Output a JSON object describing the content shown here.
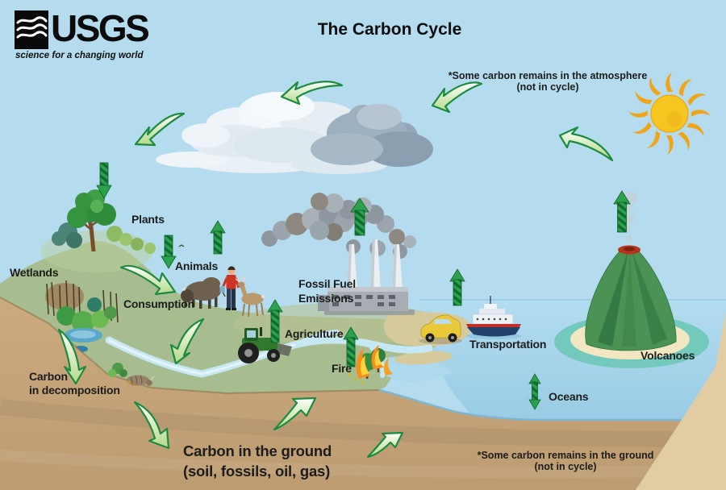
{
  "logo": {
    "acronym": "USGS",
    "tagline": "science for a changing world"
  },
  "title": "The Carbon Cycle",
  "notes": {
    "atmosphere_line1": "*Some carbon remains in the atmosphere",
    "atmosphere_line2": "(not in cycle)",
    "ground_line1": "*Some carbon remains in the ground",
    "ground_line2": "(not in cycle)"
  },
  "labels": {
    "plants": "Plants",
    "wetlands": "Wetlands",
    "animals": "Animals",
    "consumption": "Consumption",
    "fossil_fuel_line1": "Fossil Fuel",
    "fossil_fuel_line2": "Emissions",
    "agriculture": "Agriculture",
    "fire": "Fire",
    "transportation": "Transportation",
    "volcanoes": "Volcanoes",
    "oceans": "Oceans",
    "decomposition_line1": "Carbon",
    "decomposition_line2": "in decomposition",
    "carbon_ground_line1": "Carbon in the ground",
    "carbon_ground_line2": "(soil, fossils, oil, gas)"
  },
  "colors": {
    "sky": "#b5dcee",
    "ocean": "#a4d3e9",
    "land_green": "#a7bc8f",
    "ground_tan": "#c6a67c",
    "ground_side": "#e2cca4",
    "arrow_green": "#2da24c",
    "arrow_dark_green": "#0f6b30",
    "sun_yellow": "#f6c51f",
    "text": "#1c1c1c"
  }
}
